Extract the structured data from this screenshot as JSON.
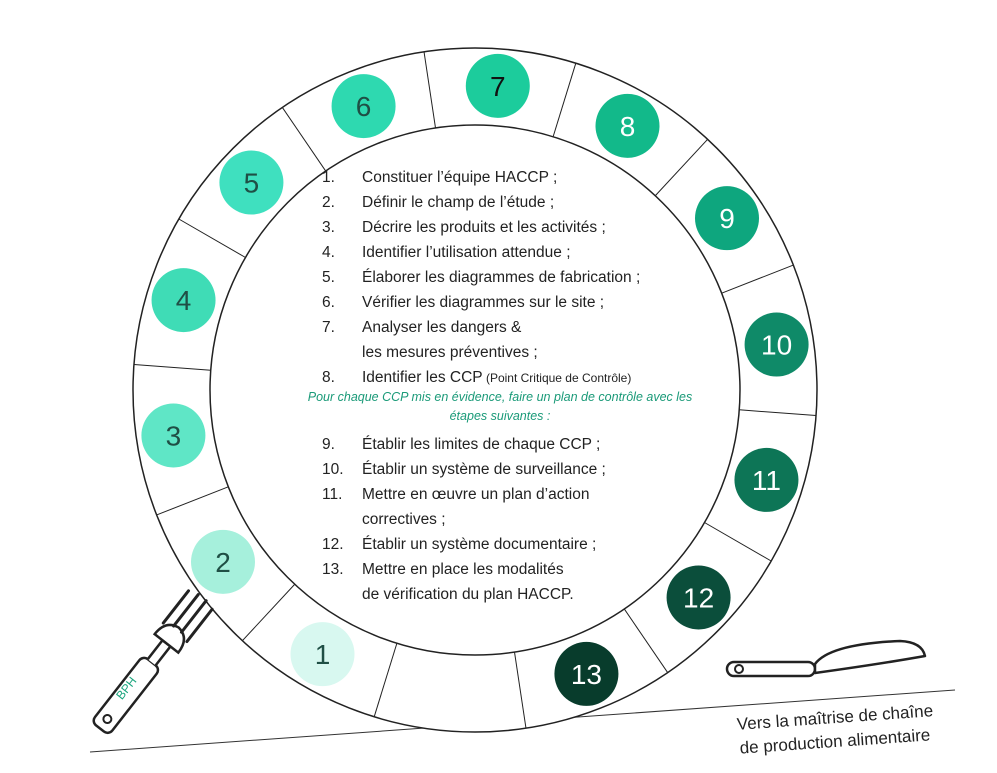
{
  "steps_part1": [
    {
      "num": "1.",
      "text": "Constituer l’équipe HACCP ;"
    },
    {
      "num": "2.",
      "text": "Définir le champ de l’étude ;"
    },
    {
      "num": "3.",
      "text": "Décrire les produits et les activités ;"
    },
    {
      "num": "4.",
      "text": "Identifier l’utilisation attendue ;"
    },
    {
      "num": "5.",
      "text": "Élaborer les diagrammes de fabrication ;"
    },
    {
      "num": "6.",
      "text": "Vérifier les diagrammes sur le site ;"
    },
    {
      "num": "7.",
      "text": "Analyser les dangers &\nles mesures préventives ;"
    },
    {
      "num": "8.",
      "text": "Identifier les CCP",
      "small": "(Point Critique de Contrôle)"
    }
  ],
  "note": {
    "line1": "Pour chaque CCP mis en évidence, faire un plan de contrôle avec les",
    "line2": "étapes suivantes :",
    "color": "#1a9a78"
  },
  "steps_part2": [
    {
      "num": "9.",
      "text": "Établir les limites de chaque CCP ;"
    },
    {
      "num": "10.",
      "text": "Établir un système de surveillance ;"
    },
    {
      "num": "11.",
      "text": "Mettre en œuvre un plan d’action\ncorrectives ;"
    },
    {
      "num": "12.",
      "text": "Établir un système documentaire ;"
    },
    {
      "num": "13.",
      "text": "Mettre en place les modalités\nde vérification du plan HACCP."
    }
  ],
  "step_badges": [
    {
      "label": "1",
      "color": "#d8f8f0",
      "text_color": "#1f4f45"
    },
    {
      "label": "2",
      "color": "#a6f0dc",
      "text_color": "#1f4f45"
    },
    {
      "label": "3",
      "color": "#5fe6c6",
      "text_color": "#1f4f45"
    },
    {
      "label": "4",
      "color": "#3fdcb6",
      "text_color": "#1f4f45"
    },
    {
      "label": "5",
      "color": "#3fe0bf",
      "text_color": "#1f4f45"
    },
    {
      "label": "6",
      "color": "#2ed9b0",
      "text_color": "#1f4f45"
    },
    {
      "label": "7",
      "color": "#1ccc9c",
      "text_color": "#111111"
    },
    {
      "label": "8",
      "color": "#12b98a",
      "text_color": "#ffffff"
    },
    {
      "label": "9",
      "color": "#0ea67e",
      "text_color": "#ffffff"
    },
    {
      "label": "10",
      "color": "#0f8a68",
      "text_color": "#ffffff"
    },
    {
      "label": "11",
      "color": "#0d7556",
      "text_color": "#ffffff"
    },
    {
      "label": "12",
      "color": "#0b4e3b",
      "text_color": "#ffffff"
    },
    {
      "label": "13",
      "color": "#083c2c",
      "text_color": "#ffffff"
    }
  ],
  "fork_label": "BPH",
  "fork_label_color": "#1aa57e",
  "caption": {
    "line1": "Vers la maîtrise de chaîne",
    "line2": "de production alimentaire"
  }
}
